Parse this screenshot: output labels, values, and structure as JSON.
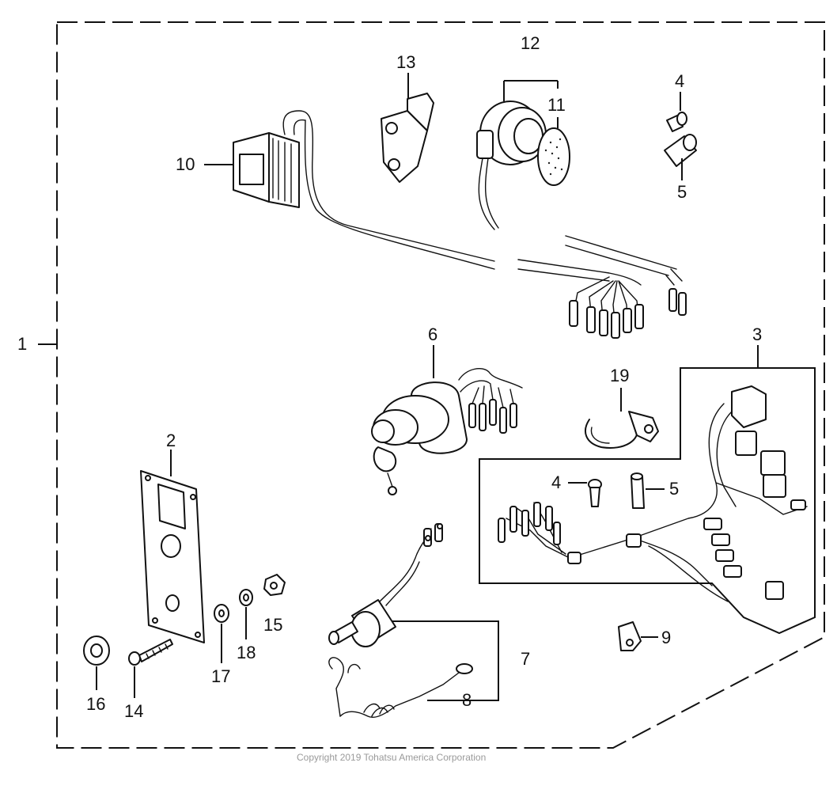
{
  "callouts": {
    "c1": "1",
    "c2": "2",
    "c3": "3",
    "c4a": "4",
    "c4b": "4",
    "c5a": "5",
    "c5b": "5",
    "c6": "6",
    "c7": "7",
    "c8": "8",
    "c9": "9",
    "c10": "10",
    "c11": "11",
    "c12": "12",
    "c13": "13",
    "c14": "14",
    "c15": "15",
    "c16": "16",
    "c17": "17",
    "c18": "18",
    "c19": "19"
  },
  "copyright": "Copyright 2019 Tohatsu America Corporation",
  "colors": {
    "line": "#111111",
    "caption": "#9a9a9a"
  }
}
